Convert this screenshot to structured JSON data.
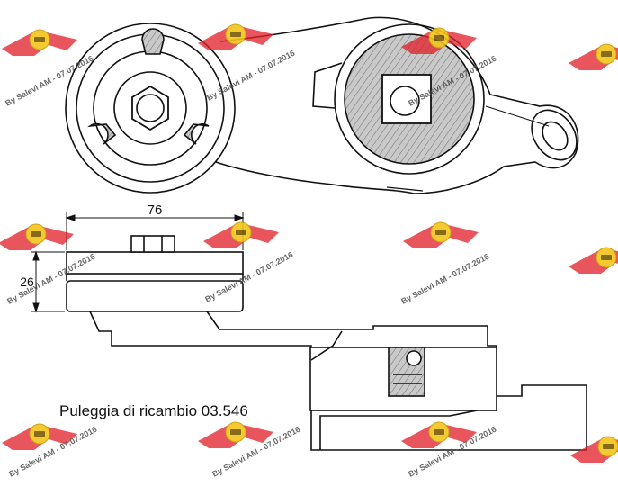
{
  "drawing": {
    "caption": "Puleggia di ricambio 03.546",
    "dimension_width": "76",
    "dimension_height": "26"
  },
  "watermark": {
    "text": "By Salevi AM - 07.07.2016",
    "logo_color": "#e0202a",
    "badge_color": "#f2c418"
  }
}
